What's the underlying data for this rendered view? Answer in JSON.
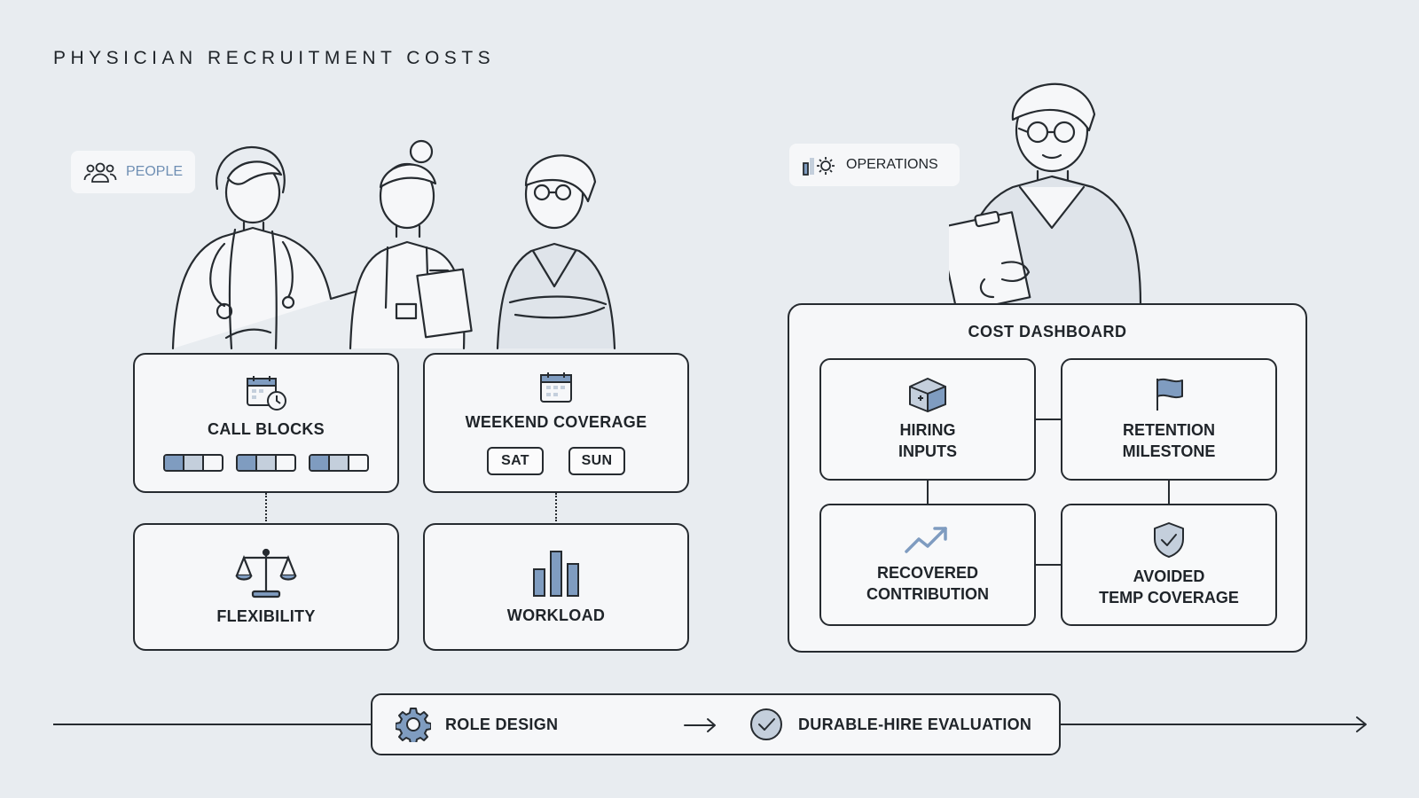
{
  "title": "PHYSICIAN RECRUITMENT COSTS",
  "people_chip": {
    "label": "PEOPLE",
    "icon": "people-group-icon",
    "color": "#6f8fb4"
  },
  "operations_chip": {
    "label": "OPERATIONS",
    "icon": "gear-chart-icon"
  },
  "cards": {
    "call_blocks": {
      "label": "CALL BLOCKS",
      "icon": "calendar-clock-icon"
    },
    "weekend_coverage": {
      "label": "WEEKEND COVERAGE",
      "icon": "calendar-icon",
      "days": [
        "SAT",
        "SUN"
      ]
    },
    "flexibility": {
      "label": "FLEXIBILITY",
      "icon": "balance-scale-icon"
    },
    "workload": {
      "label": "WORKLOAD",
      "icon": "bar-chart-icon"
    }
  },
  "dashboard": {
    "title": "COST DASHBOARD",
    "hiring": {
      "line1": "HIRING",
      "line2": "INPUTS",
      "icon": "box-plus-icon"
    },
    "retention": {
      "line1": "RETENTION",
      "line2": "MILESTONE",
      "icon": "flag-icon"
    },
    "recovered": {
      "line1": "RECOVERED",
      "line2": "CONTRIBUTION",
      "icon": "trend-up-icon"
    },
    "avoided": {
      "line1": "AVOIDED",
      "line2": "TEMP COVERAGE",
      "icon": "shield-check-icon"
    }
  },
  "process": {
    "role_design": "ROLE DESIGN",
    "evaluation": "DURABLE-HIRE EVALUATION"
  },
  "colors": {
    "background": "#e8ecf0",
    "card": "#f6f7f9",
    "accent": "#7f9cc0",
    "accent_light": "#c4cfdc",
    "stroke": "#262b30"
  }
}
